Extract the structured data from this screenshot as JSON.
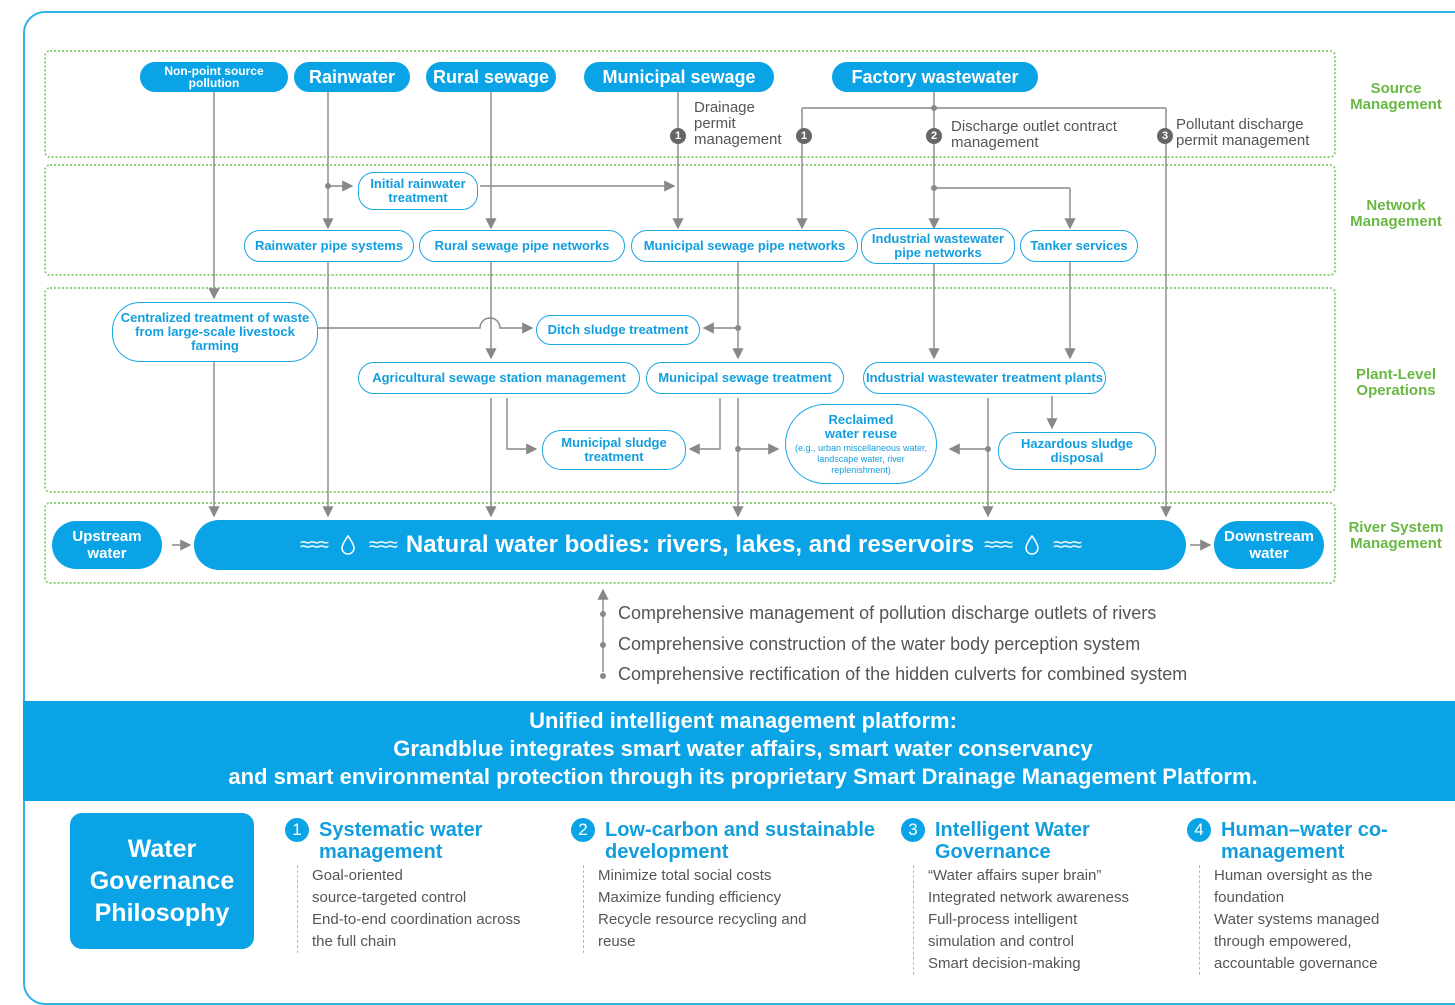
{
  "zones": {
    "source": "Source Management",
    "network": "Network Management",
    "plant": "Plant-Level Operations",
    "river": "River System Management"
  },
  "sources": {
    "nonpoint": "Non-point source pollution",
    "rainwater": "Rainwater",
    "rural": "Rural sewage",
    "municipal": "Municipal sewage",
    "factory": "Factory wastewater"
  },
  "annotations": {
    "drainage": "Drainage permit management",
    "discharge": "Discharge outlet contract management",
    "pollutant": "Pollutant discharge permit management",
    "badge1": "1",
    "badge2": "2",
    "badge3": "3"
  },
  "network": {
    "initial_rain": "Initial rainwater treatment",
    "rain_pipe": "Rainwater pipe systems",
    "rural_pipe": "Rural sewage pipe networks",
    "muni_pipe": "Municipal sewage pipe networks",
    "ind_pipe": "Industrial wastewater pipe networks",
    "tanker": "Tanker services"
  },
  "plant": {
    "livestock": "Centralized treatment of waste from large-scale livestock farming",
    "ditch": "Ditch sludge treatment",
    "agri": "Agricultural sewage station management",
    "muni_treat": "Municipal sewage treatment",
    "ind_plant": "Industrial wastewater treatment plants",
    "muni_sludge": "Municipal sludge treatment",
    "reclaimed_title": "Reclaimed water reuse",
    "reclaimed_note": "(e.g., urban miscellaneous water, landscape water, river replenishment)",
    "hazardous": "Hazardous sludge disposal"
  },
  "river": {
    "upstream": "Upstream water",
    "main": "Natural water bodies: rivers, lakes, and reservoirs",
    "downstream": "Downstream water"
  },
  "bullets": [
    "Comprehensive management of pollution discharge outlets of rivers",
    "Comprehensive construction of the water body perception system",
    "Comprehensive rectification of the hidden culverts for combined system"
  ],
  "platform": {
    "line1": "Unified intelligent management platform:",
    "line2": "Grandblue integrates smart water affairs, smart water conservancy",
    "line3": "and smart environmental protection through its proprietary Smart Drainage Management Platform."
  },
  "philosophy": {
    "title": "Water Governance Philosophy",
    "items": [
      {
        "num": "1",
        "title": "Systematic water management",
        "points": [
          "Goal-oriented",
          "source-targeted control",
          "End-to-end coordination across",
          "the full chain"
        ]
      },
      {
        "num": "2",
        "title": "Low-carbon and sustainable development",
        "points": [
          "Minimize total social costs",
          "Maximize funding efficiency",
          "Recycle resource recycling and",
          "reuse"
        ]
      },
      {
        "num": "3",
        "title": "Intelligent Water Governance",
        "points": [
          "“Water affairs super brain”",
          "Integrated network awareness",
          "Full-process intelligent",
          "simulation and control",
          "Smart decision-making"
        ]
      },
      {
        "num": "4",
        "title": "Human–water co-management",
        "points": [
          "Human oversight as the",
          "foundation",
          "Water systems managed",
          "through empowered,",
          "accountable governance"
        ]
      }
    ]
  },
  "colors": {
    "accent": "#0aa3e6",
    "green": "#69b843",
    "line": "#888888"
  }
}
